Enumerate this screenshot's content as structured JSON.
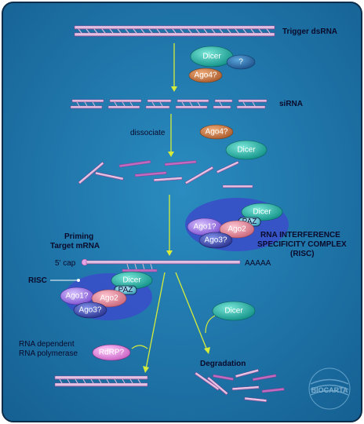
{
  "labels": {
    "trigger": "Trigger dsRNA",
    "sirna": "siRNA",
    "dissociate": "dissociate",
    "risc_complex_line1": "RNA INTERFERENCE",
    "risc_complex_line2": "SPECIFICITY COMPLEX",
    "risc_complex_line3": "(RISC)",
    "priming_line1": "Priming",
    "priming_line2": "Target mRNA",
    "cap": "5' cap",
    "polya": "AAAAA",
    "risc": "RISC",
    "rdrp_line1": "RNA dependent",
    "rdrp_line2": "RNA polymerase",
    "degradation": "Degradation",
    "logo": "BIOCARTA"
  },
  "proteins": {
    "dicer": "Dicer",
    "unknown": "?",
    "ago4": "Ago4?",
    "ago1": "Ago1?",
    "ago2": "Ago2",
    "ago3": "Ago3?",
    "paz": "PAZ",
    "rdrp": "RdRP?"
  },
  "colors": {
    "background": "#1b76a9",
    "border": "#0c2c4a",
    "rna_strand": "#e6c9e6",
    "rna_edge": "#8f3d8f",
    "arrow": "#d6ec3a",
    "dicer": "#16b2a2",
    "ago4": "#c97a45",
    "ago1": "#9f76e0",
    "ago2": "#e08ba0",
    "ago3": "#3d49a7",
    "paz": "#6ec4d8",
    "rdrp": "#e88ee6",
    "risc_blob": "#3850c8"
  }
}
